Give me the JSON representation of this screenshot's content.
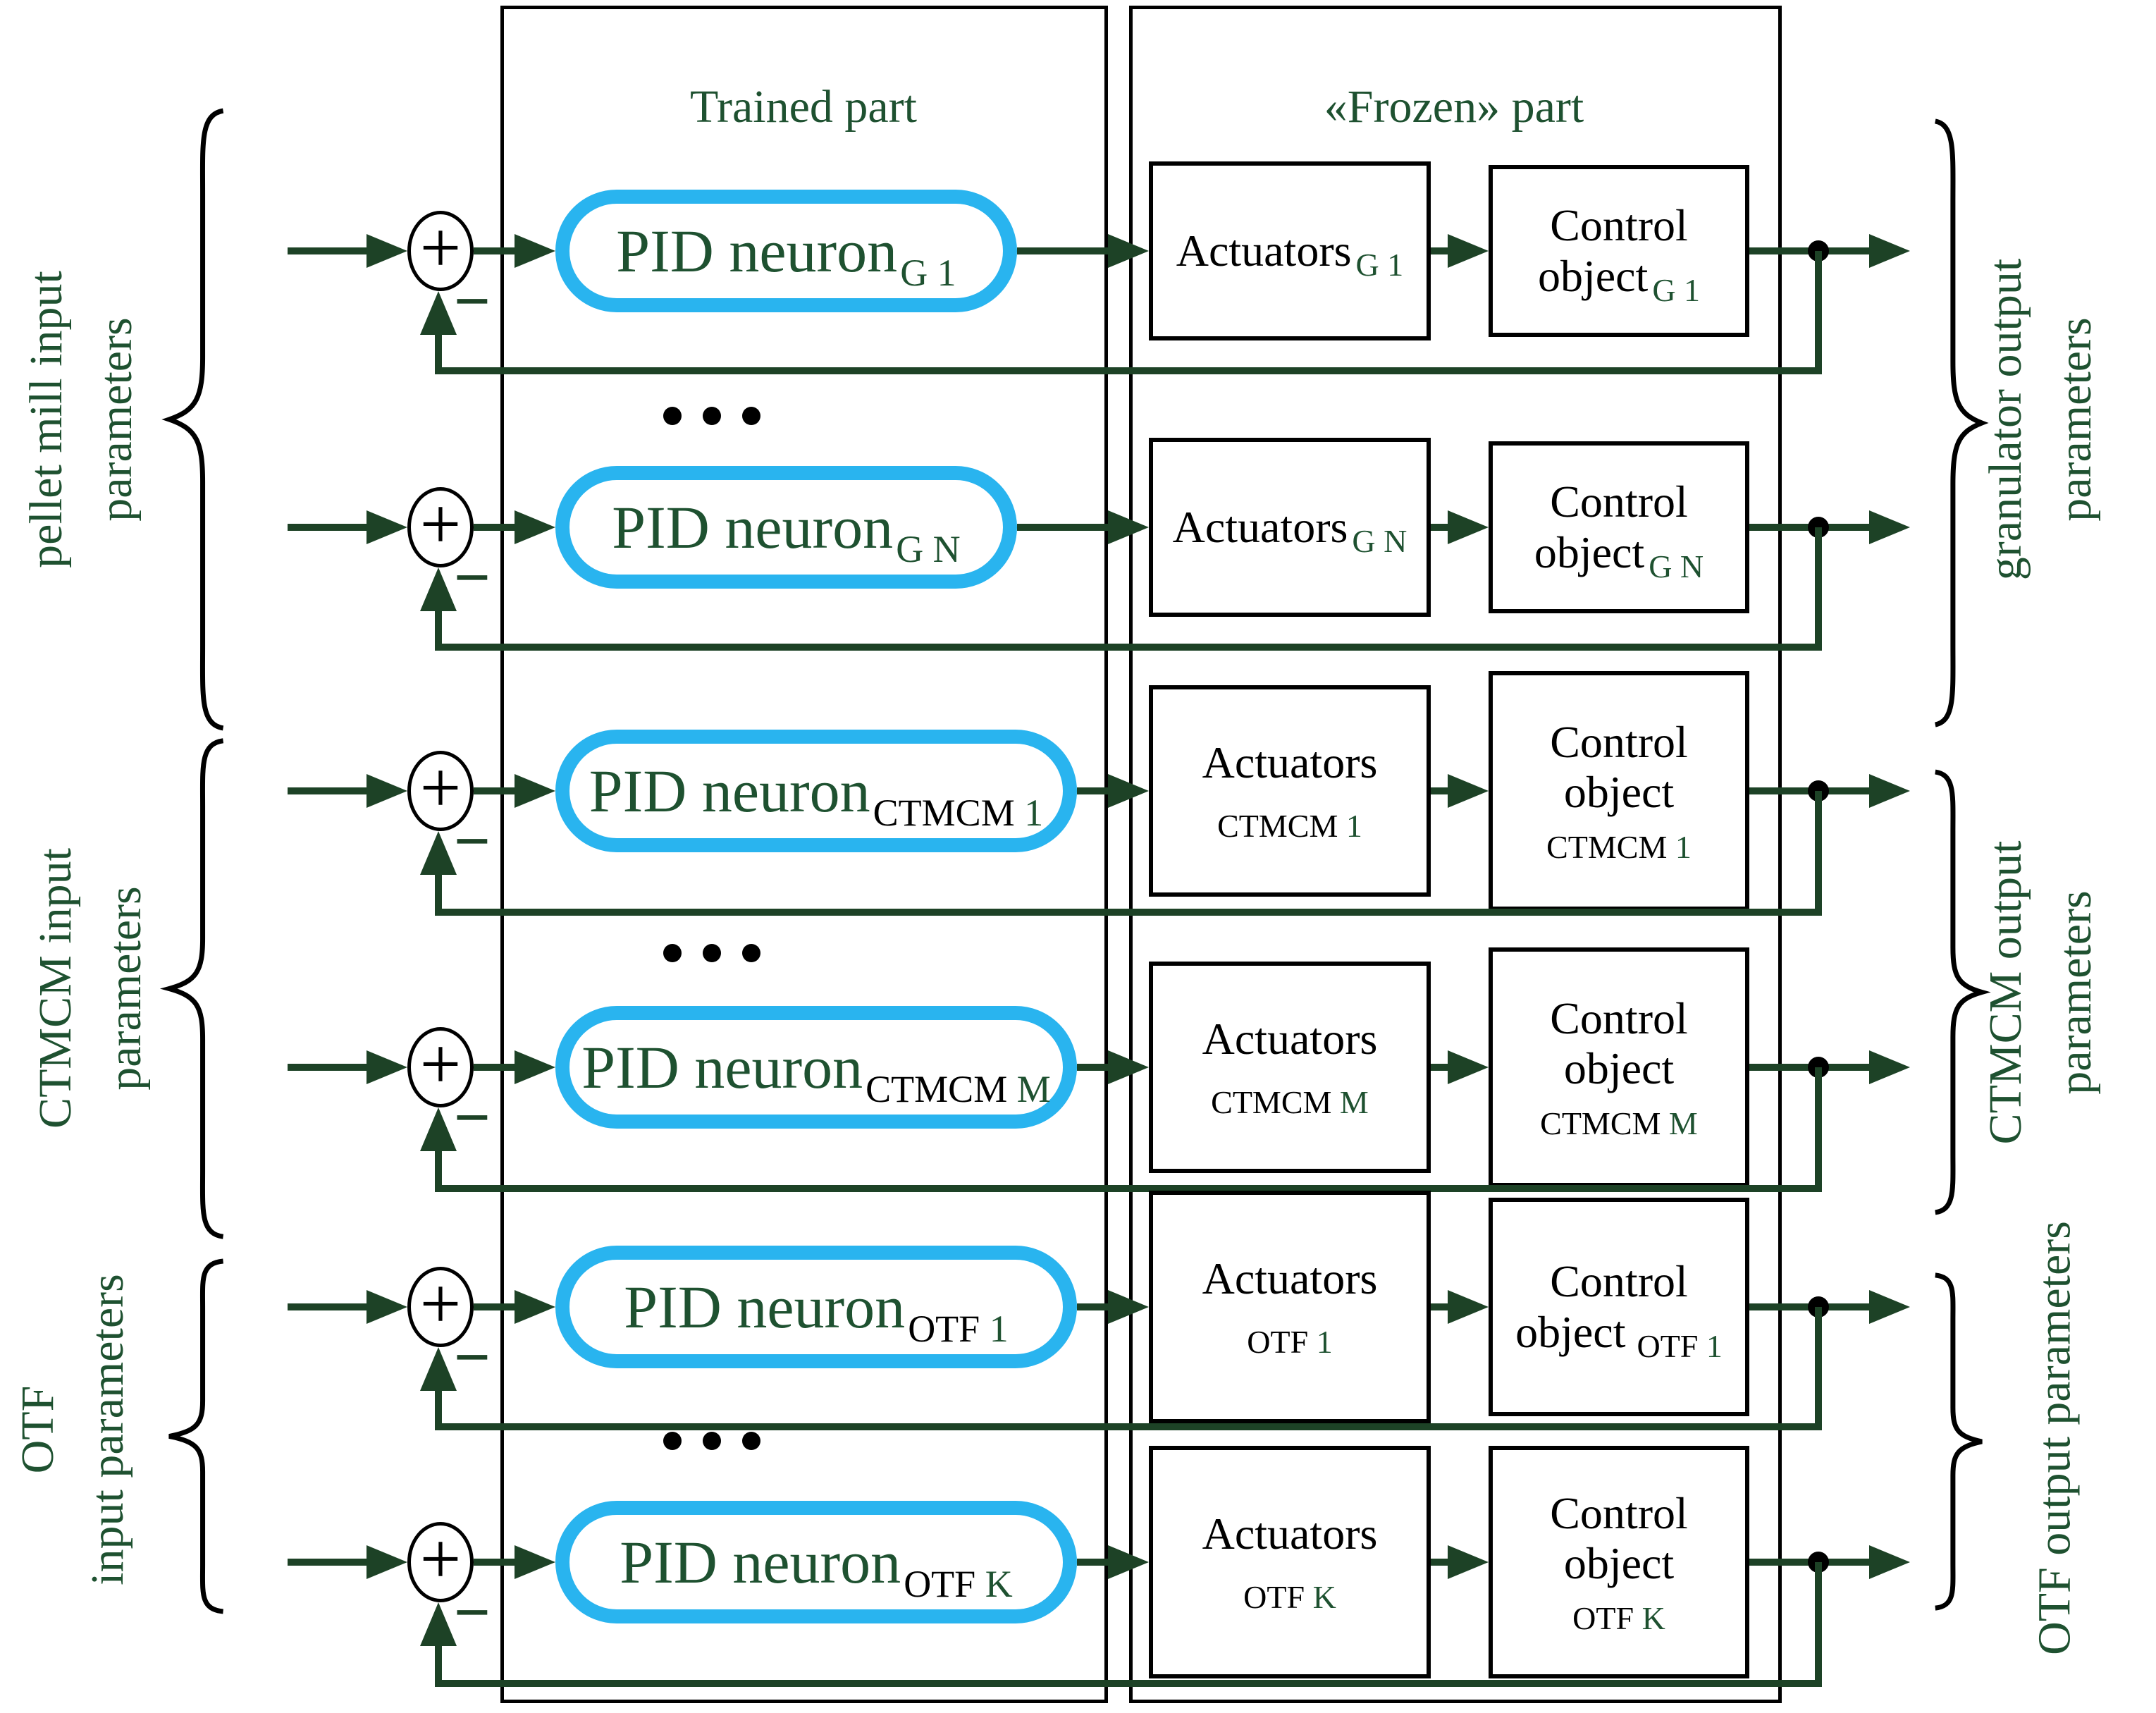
{
  "colors": {
    "text_green": "#1e5130",
    "line_green": "#1d4226",
    "pid_border_blue": "#29b4ef",
    "box_border_black": "#000000"
  },
  "headers": {
    "trained": "Trained part",
    "frozen": "«Frozen» part"
  },
  "symbols": {
    "plus": "+",
    "minus": "−"
  },
  "left_labels": [
    {
      "line1": "pellet mill input",
      "line2": "parameters"
    },
    {
      "line1": "CTMCM input",
      "line2": "parameters"
    },
    {
      "line1": "OTF",
      "line2": "input parameters"
    }
  ],
  "right_labels": [
    {
      "line1": "granulator output",
      "line2": "parameters"
    },
    {
      "line1": "CTMCM output",
      "line2": "parameters"
    },
    {
      "line1": "OTF output parameters",
      "line2": ""
    }
  ],
  "rows": [
    {
      "pid_main": "PID neuron",
      "pid_sub_black": "",
      "pid_sub_green": "G 1",
      "act_main": "Actuators",
      "act_sub_black": "",
      "act_sub_green": "G 1",
      "ctrl_line1": "Control",
      "ctrl_line2": "object",
      "ctrl_sub_black": "",
      "ctrl_sub_green": "G 1"
    },
    {
      "pid_main": "PID neuron",
      "pid_sub_black": "",
      "pid_sub_green": "G N",
      "act_main": "Actuators",
      "act_sub_black": "",
      "act_sub_green": "G N",
      "ctrl_line1": "Control",
      "ctrl_line2": "object",
      "ctrl_sub_black": "",
      "ctrl_sub_green": "G N"
    },
    {
      "pid_main": "PID neuron",
      "pid_sub_black": "CTMCM ",
      "pid_sub_green": "1",
      "act_main": "Actuators",
      "act_sub_black": "CTMCM ",
      "act_sub_green": "1",
      "ctrl_line1": "Control",
      "ctrl_line2": "object",
      "ctrl_sub_black": "CTMCM ",
      "ctrl_sub_green": "1"
    },
    {
      "pid_main": "PID neuron",
      "pid_sub_black": "CTMCM ",
      "pid_sub_green": "M",
      "act_main": "Actuators",
      "act_sub_black": "CTMCM ",
      "act_sub_green": "M",
      "ctrl_line1": "Control",
      "ctrl_line2": "object",
      "ctrl_sub_black": "CTMCM ",
      "ctrl_sub_green": "M"
    },
    {
      "pid_main": "PID neuron",
      "pid_sub_black": "OTF ",
      "pid_sub_green": "1",
      "act_main": "Actuators",
      "act_sub_black": "OTF ",
      "act_sub_green": "1",
      "ctrl_line1": "Control",
      "ctrl_line2": "object",
      "ctrl_sub_black": "OTF ",
      "ctrl_sub_green": "1"
    },
    {
      "pid_main": "PID neuron",
      "pid_sub_black": "OTF ",
      "pid_sub_green": "K",
      "act_main": "Actuators",
      "act_sub_black": "OTF ",
      "act_sub_green": "K",
      "ctrl_line1": "Control",
      "ctrl_line2": "object",
      "ctrl_sub_black": "OTF ",
      "ctrl_sub_green": "K"
    }
  ]
}
